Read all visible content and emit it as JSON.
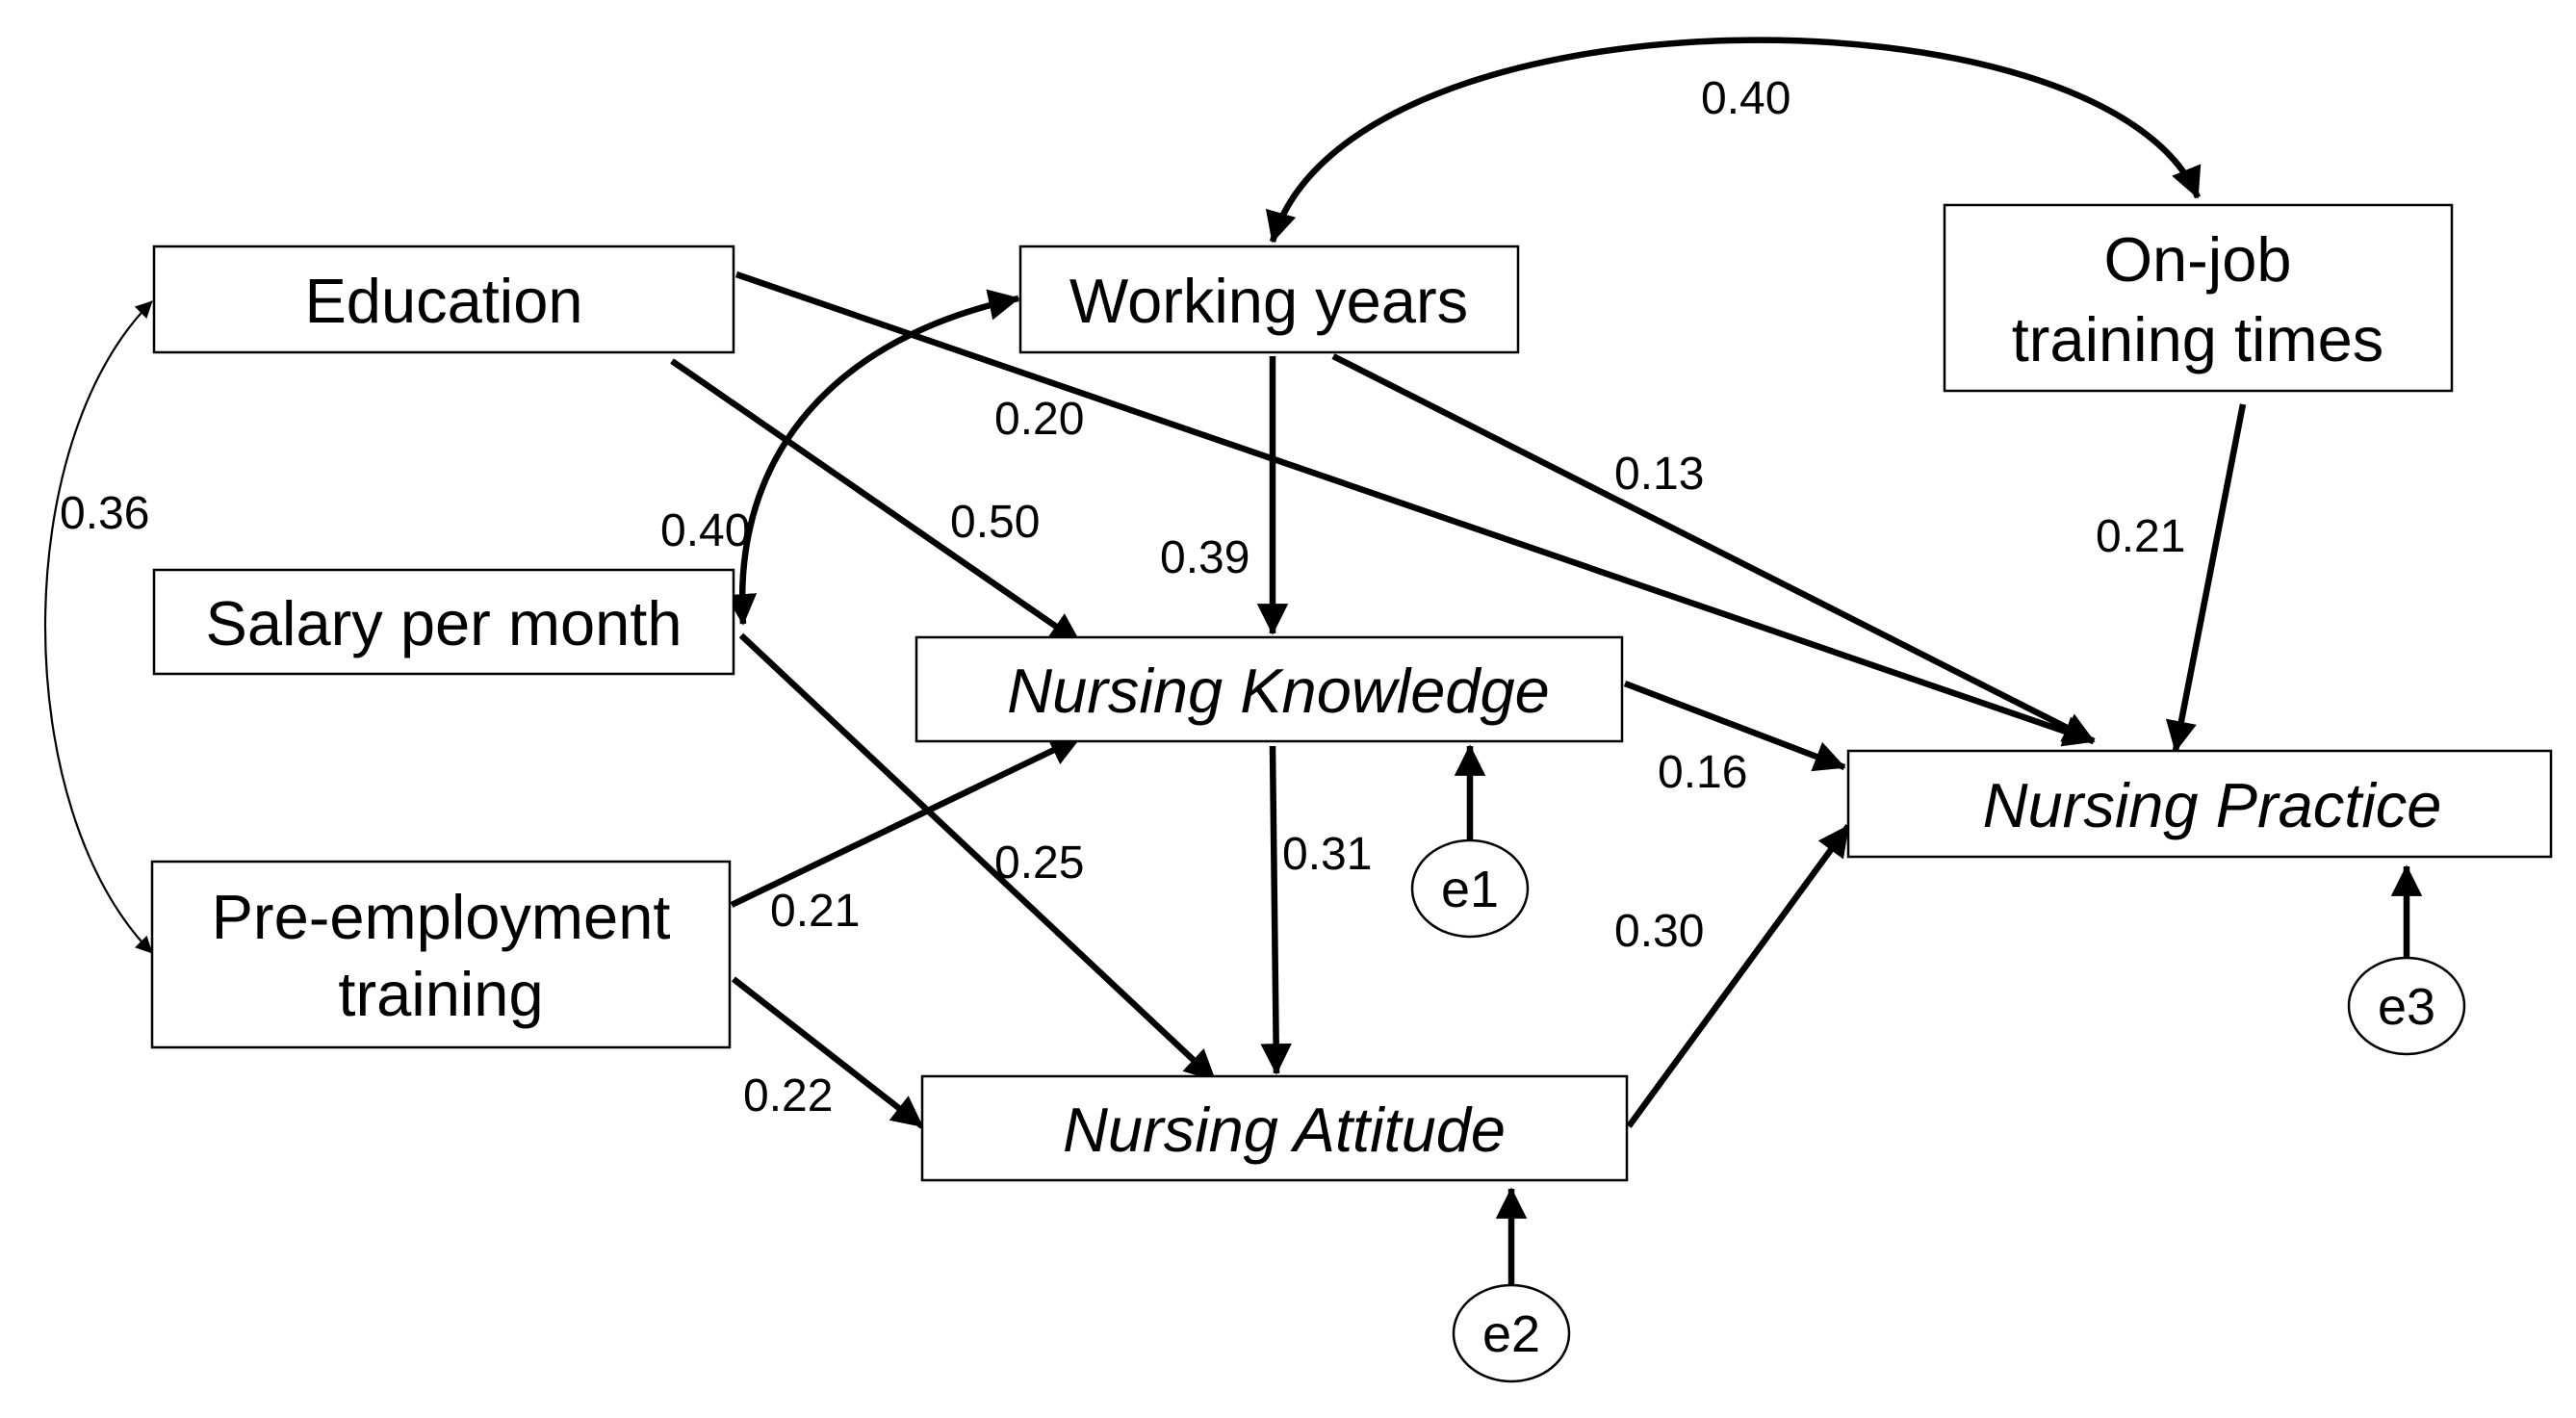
{
  "nodes": {
    "education": {
      "lines": [
        "Education"
      ]
    },
    "salary": {
      "lines": [
        "Salary per month"
      ]
    },
    "pre_employment": {
      "lines": [
        "Pre-employment",
        "training"
      ]
    },
    "working_years": {
      "lines": [
        "Working years"
      ]
    },
    "on_job": {
      "lines": [
        "On-job",
        "training times"
      ]
    },
    "knowledge": {
      "lines": [
        "Nursing Knowledge"
      ]
    },
    "attitude": {
      "lines": [
        "Nursing Attitude"
      ]
    },
    "practice": {
      "lines": [
        "Nursing Practice"
      ]
    }
  },
  "errors": {
    "e1": "e1",
    "e2": "e2",
    "e3": "e3"
  },
  "coefficients": {
    "education_salary_corr": "0.36",
    "working_years_ontraining_corr": "0.40",
    "working_years_salary_corr": "0.40",
    "education_practice": "0.20",
    "education_knowledge": "0.50",
    "working_years_knowledge": "0.39",
    "working_years_practice": "0.13",
    "ontraining_practice": "0.21",
    "salary_attitude": "0.25",
    "preemp_knowledge": "0.21",
    "preemp_attitude": "0.22",
    "knowledge_attitude": "0.31",
    "knowledge_practice": "0.16",
    "attitude_practice": "0.30"
  }
}
